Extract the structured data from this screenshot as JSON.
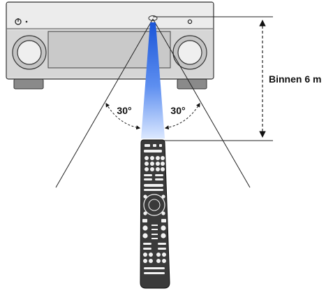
{
  "labels": {
    "angle_left": "30°",
    "angle_right": "30°",
    "distance": "Binnen 6 m"
  },
  "colors": {
    "beam_top": "#1a55d8",
    "beam_bottom": "#cfe0ff",
    "receiver_body": "#dcdcdc",
    "remote_body": "#3a3a3a"
  }
}
